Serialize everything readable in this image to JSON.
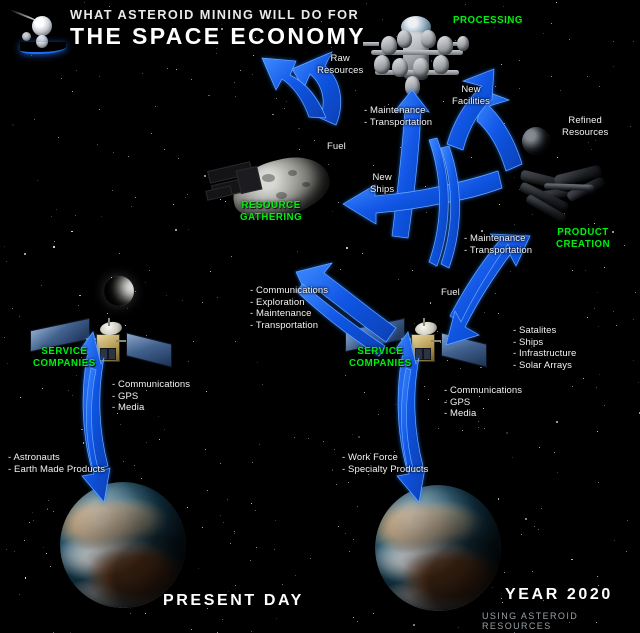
{
  "meta": {
    "background_color": "#000000",
    "arrow_color": "#1257e6",
    "node_label_color": "#00ee11",
    "text_color": "#f2f2f2"
  },
  "header": {
    "logo_name": "asteroid-globe-logo",
    "line1": "WHAT ASTEROID MINING WILL DO FOR",
    "line2": "THE SPACE ECONOMY"
  },
  "nodes": {
    "processing": "PROCESSING",
    "resource_gathering": "RESOURCE\nGATHERING",
    "product_creation": "PRODUCT\nCREATION",
    "service_companies_left": "SERVICE\nCOMPANIES",
    "service_companies_right": "SERVICE\nCOMPANIES"
  },
  "flow_labels": {
    "raw_resources": "Raw\nResources",
    "new_facilities": "New\nFacilities",
    "refined_resources": "Refined\nResources",
    "maintenance_transportation_left": "- Maintenance\n- Transportation",
    "maintenance_transportation_right": "- Maintenance\n- Transportation",
    "fuel_left": "Fuel",
    "fuel_right": "Fuel",
    "new_ships": "New\nShips",
    "services_list_center": "- Communications\n- Exploration\n- Maintenance\n- Transportation",
    "products_list_right": "- Satalites\n- Ships\n- Infrastructure\n- Solar Arrays",
    "comm_list_left": "- Communications\n- GPS\n- Media",
    "comm_list_right": "- Communications\n- GPS\n- Media",
    "earth_up_left": "- Astronauts\n- Earth Made Products",
    "earth_up_right": "- Work Force\n- Specialty Products"
  },
  "captions": {
    "left": "PRESENT DAY",
    "right": "YEAR 2020",
    "right_sub": "USING ASTEROID RESOURCES"
  },
  "objects": {
    "earth_left": "earth-globe",
    "earth_right": "earth-globe",
    "moon": "crescent-moon",
    "dim_planet": "distant-planet",
    "asteroid": "asteroid-with-mining-ship",
    "processing_station": "orbital-processing-station",
    "product_ship": "manufacturing-spacecraft",
    "satellite_left": "communications-satellite",
    "satellite_right": "communications-satellite"
  }
}
